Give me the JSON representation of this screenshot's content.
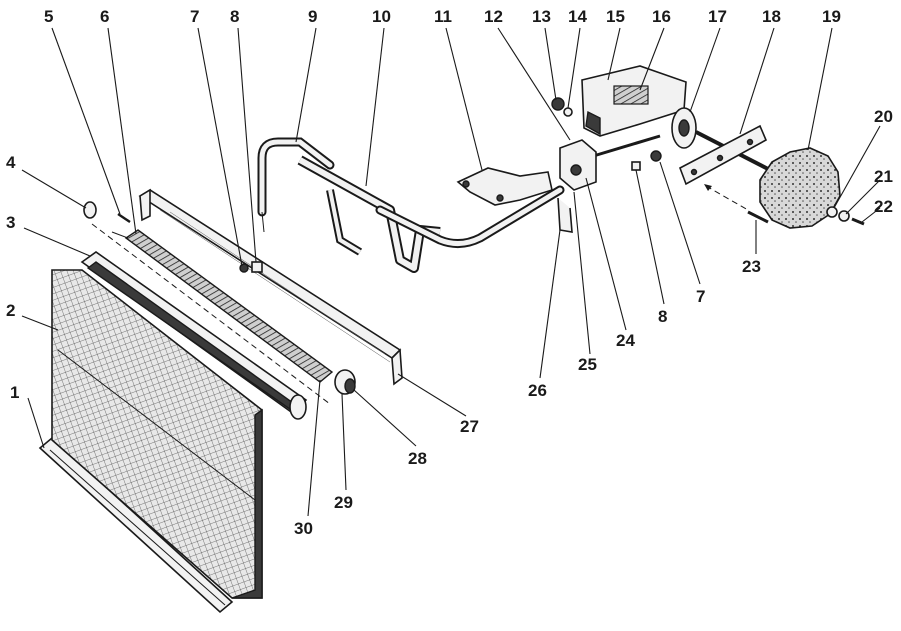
{
  "diagram": {
    "labels": [
      {
        "id": "l1",
        "text": "1"
      },
      {
        "id": "l2",
        "text": "2"
      },
      {
        "id": "l3",
        "text": "3"
      },
      {
        "id": "l4",
        "text": "4"
      },
      {
        "id": "l5",
        "text": "5"
      },
      {
        "id": "l6",
        "text": "6"
      },
      {
        "id": "l7a",
        "text": "7"
      },
      {
        "id": "l8a",
        "text": "8"
      },
      {
        "id": "l9",
        "text": "9"
      },
      {
        "id": "l10",
        "text": "10"
      },
      {
        "id": "l11",
        "text": "11"
      },
      {
        "id": "l12",
        "text": "12"
      },
      {
        "id": "l13",
        "text": "13"
      },
      {
        "id": "l14",
        "text": "14"
      },
      {
        "id": "l15",
        "text": "15"
      },
      {
        "id": "l16",
        "text": "16"
      },
      {
        "id": "l17",
        "text": "17"
      },
      {
        "id": "l18",
        "text": "18"
      },
      {
        "id": "l19",
        "text": "19"
      },
      {
        "id": "l20",
        "text": "20"
      },
      {
        "id": "l21",
        "text": "21"
      },
      {
        "id": "l22",
        "text": "22"
      },
      {
        "id": "l23",
        "text": "23"
      },
      {
        "id": "l7b",
        "text": "7"
      },
      {
        "id": "l8b",
        "text": "8"
      },
      {
        "id": "l24",
        "text": "24"
      },
      {
        "id": "l25",
        "text": "25"
      },
      {
        "id": "l26",
        "text": "26"
      },
      {
        "id": "l27",
        "text": "27"
      },
      {
        "id": "l28",
        "text": "28"
      },
      {
        "id": "l29",
        "text": "29"
      },
      {
        "id": "l30",
        "text": "30"
      }
    ]
  }
}
